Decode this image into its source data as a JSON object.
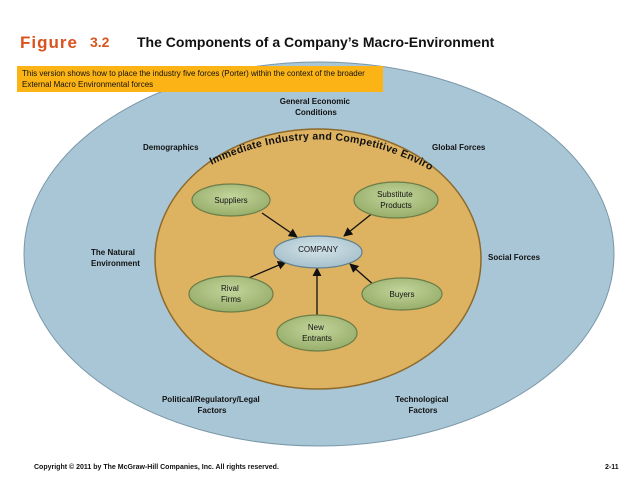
{
  "header": {
    "figure_word": "Figure",
    "figure_number": "3.2",
    "title": "The Components of a Company’s Macro-Environment"
  },
  "note": "This version shows how to place the industry five forces (Porter) within the context of the broader External Macro Environmental forces",
  "outer_forces": {
    "general_economic": [
      "General Economic",
      "Conditions"
    ],
    "demographics": [
      "Demographics"
    ],
    "global": [
      "Global Forces"
    ],
    "natural": [
      "The Natural",
      "Environment"
    ],
    "social": [
      "Social Forces"
    ],
    "political": [
      "Political/Regulatory/Legal",
      "Factors"
    ],
    "technological": [
      "Technological",
      "Factors"
    ]
  },
  "inner_ring_label": "Immediate Industry and Competitive Environment",
  "nodes": {
    "company": [
      "COMPANY"
    ],
    "suppliers": [
      "Suppliers"
    ],
    "substitutes": [
      "Substitute",
      "Products"
    ],
    "rivals": [
      "Rival",
      "Firms"
    ],
    "buyers": [
      "Buyers"
    ],
    "new_entrants": [
      "New",
      "Entrants"
    ]
  },
  "footer": {
    "copyright": "Copyright © 2011 by The McGraw-Hill Companies, Inc. All rights reserved.",
    "page": "2-11"
  },
  "colors": {
    "outer_ring": "#a9c6d6",
    "inner_ring": "#ddb260",
    "node_fill": "#a9bf7e",
    "company_fill": "#b8cfd8",
    "note_bg": "#fbb315",
    "figure_accent": "#d9531e"
  }
}
